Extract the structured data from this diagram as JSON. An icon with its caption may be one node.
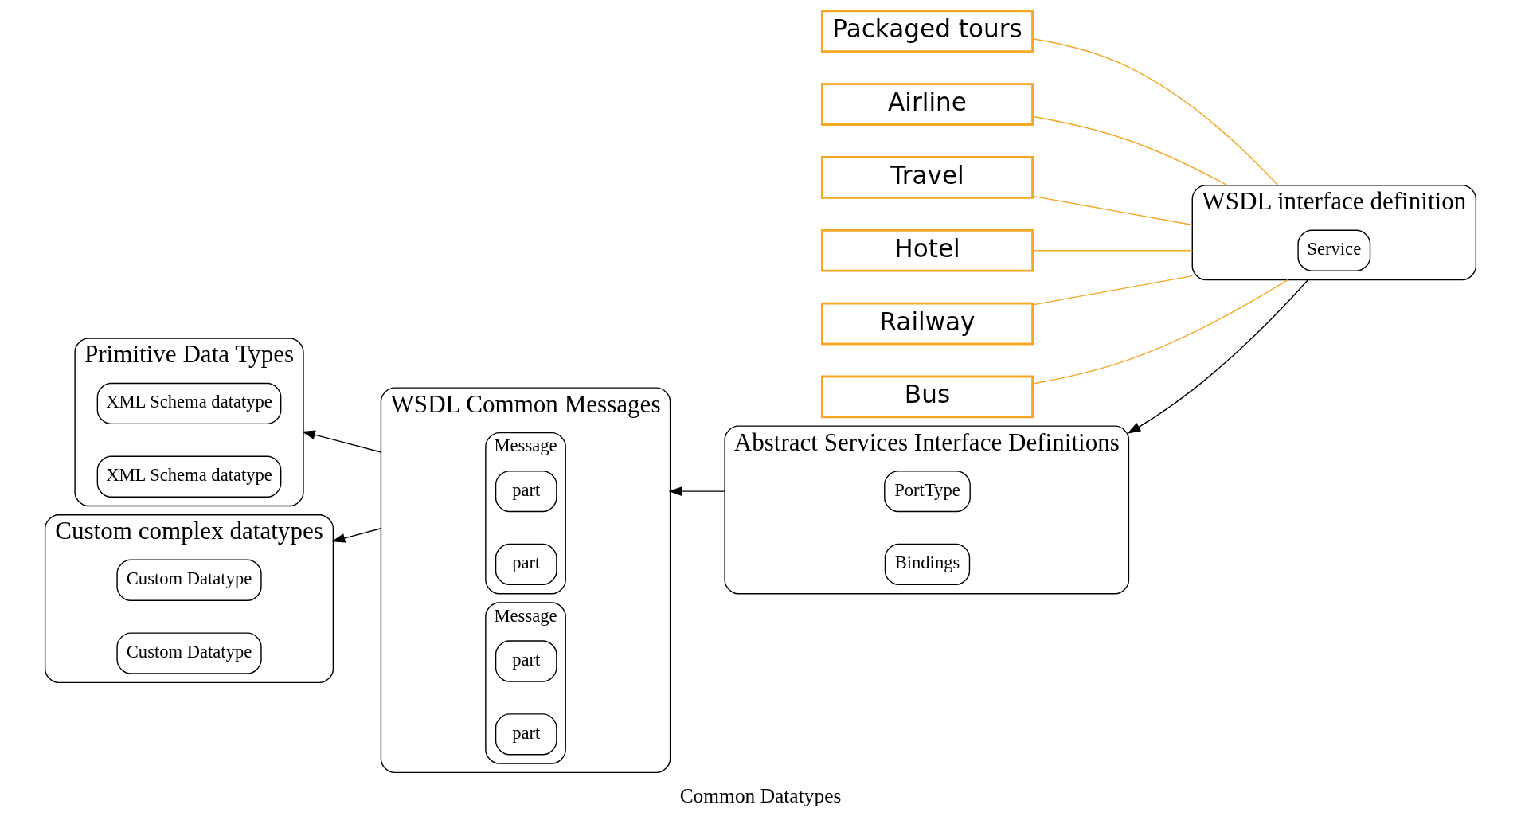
{
  "diagram": {
    "caption": "Common Datatypes",
    "nodes": [
      {
        "text": [
          "Primitive Data Types"
        ]
      },
      {
        "text": [
          "XML Schema datatype"
        ],
        "in": 0
      },
      {
        "text": [
          "XML Schema datatype"
        ],
        "in": 0
      },
      {
        "text": [
          "Custom complex datatypes"
        ]
      },
      {
        "text": [
          "Custom Datatype"
        ],
        "in": 3
      },
      {
        "text": [
          "Custom Datatype"
        ],
        "in": 3
      },
      {
        "text": [
          "WSDL Common Messages"
        ]
      },
      {
        "text": [
          "Message"
        ],
        "in": 6
      },
      {
        "text": [
          "part"
        ],
        "in": 7
      },
      {
        "text": [
          "part"
        ],
        "in": 7
      },
      {
        "text": [
          "Message"
        ],
        "in": 6
      },
      {
        "text": [
          "part"
        ],
        "in": 10
      },
      {
        "text": [
          "part"
        ],
        "in": 10
      },
      {
        "text": [
          "WSDL interface definition"
        ]
      },
      {
        "text": [
          "Service"
        ],
        "in": 13
      },
      {
        "text": [
          "Packaged tours"
        ]
      },
      {
        "text": [
          "Airline"
        ]
      },
      {
        "text": [
          "Travel"
        ]
      },
      {
        "text": [
          "Hotel"
        ]
      },
      {
        "text": [
          "Railway"
        ]
      },
      {
        "text": [
          "Bus"
        ]
      },
      {
        "text": [
          "Abstract Services Interface Definitions"
        ]
      },
      {
        "text": [
          "PortType"
        ],
        "in": 21
      },
      {
        "text": [
          "Bindings"
        ],
        "in": 21
      }
    ],
    "edges": [
      {
        "from": 6,
        "to": 0,
        "arrow": "to",
        "color": "#000000"
      },
      {
        "from": 6,
        "to": 3,
        "arrow": "to",
        "color": "#000000"
      },
      {
        "from": 21,
        "to": 6,
        "arrow": "to",
        "color": "#000000"
      },
      {
        "from": 13,
        "to": 21,
        "arrow": "to",
        "color": "#000000"
      },
      {
        "from": 13,
        "to": 15,
        "arrow": "none",
        "color": "#f5a623"
      },
      {
        "from": 13,
        "to": 16,
        "arrow": "none",
        "color": "#f5a623"
      },
      {
        "from": 13,
        "to": 17,
        "arrow": "none",
        "color": "#f5a623"
      },
      {
        "from": 13,
        "to": 18,
        "arrow": "none",
        "color": "#f5a623"
      },
      {
        "from": 13,
        "to": 19,
        "arrow": "none",
        "color": "#f5a623"
      },
      {
        "from": 13,
        "to": 20,
        "arrow": "none",
        "color": "#f5a623"
      }
    ]
  }
}
